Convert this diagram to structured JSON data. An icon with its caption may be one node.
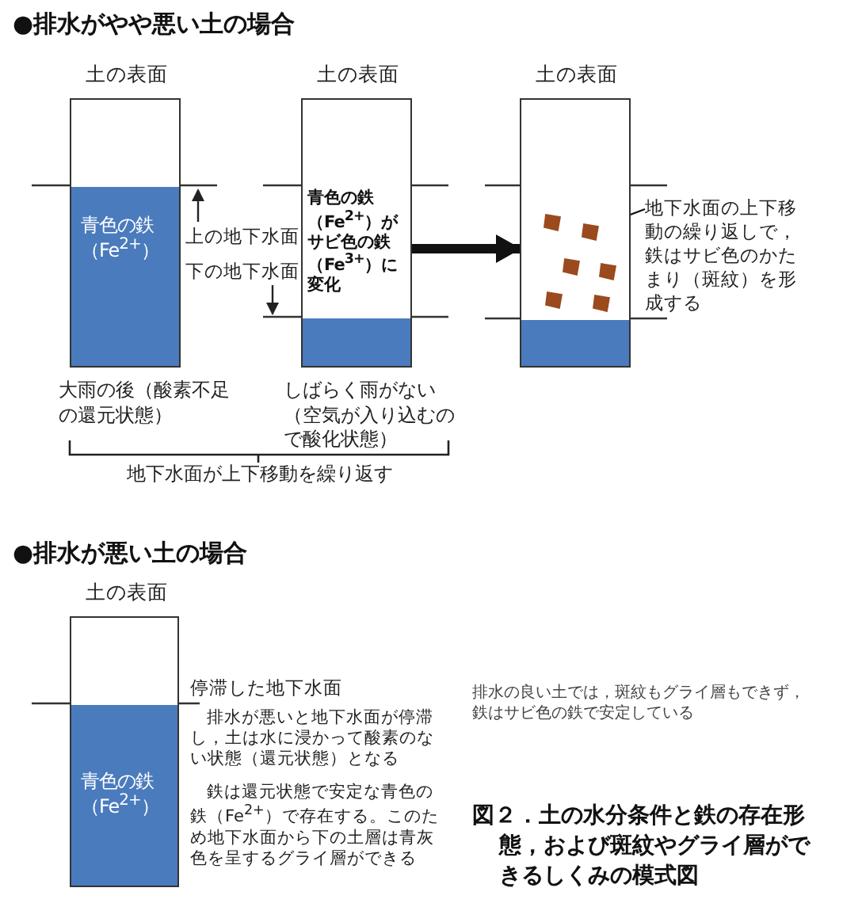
{
  "diagram": {
    "caption": "図２．土の水分条件と鉄の存在形態，および斑紋やグライ層ができるしくみの模式図",
    "nodes": [
      {
        "text": [
          "土の表面",
          "青色の鉄（Fe$^{2+}$）"
        ],
        "beside": [
          "大雨の後（酸素不足の還元状態）"
        ]
      },
      {
        "text": [
          "土の表面",
          "青色の鉄（Fe$^{2+}$）がサビ色の鉄（Fe$^{3+}$）に変化"
        ],
        "beside": [
          "しばらく雨がない（空気が入り込むので酸化状態）"
        ]
      },
      {
        "text": [
          "土の表面"
        ]
      },
      {
        "text": [],
        "shape": "box",
        "in": 2
      },
      {
        "text": [
          "地下水面の上下移動の繰り返しで，鉄はサビ色のかたまり（斑紋）を形成する"
        ]
      },
      {
        "text": [
          "土の表面",
          "青色の鉄（Fe$^{2+}$）"
        ]
      }
    ],
    "edges": [
      {
        "from": 1,
        "to": 2,
        "arrow": "to",
        "style": "thick"
      },
      {
        "from": 4,
        "to": 3,
        "arrow": "to"
      }
    ],
    "labels": [
      "●排水がやや悪い土の場合",
      "上の地下水面",
      "下の地下水面",
      "地下水面が上下移動を繰り返す",
      "●排水が悪い土の場合",
      "停滞した地下水面",
      "排水が悪いと地下水面が停滞し，土は水に浸かって酸素のない状態（還元状態）となる",
      "鉄は還元状態で安定な青色の鉄（Fe$^{2+}$）で存在する。このため地下水面から下の土層は青灰色を呈するグライ層ができる",
      "排水の良い土では，斑紋もグライ層もできず，鉄はサビ色の鉄で安定している"
    ]
  }
}
